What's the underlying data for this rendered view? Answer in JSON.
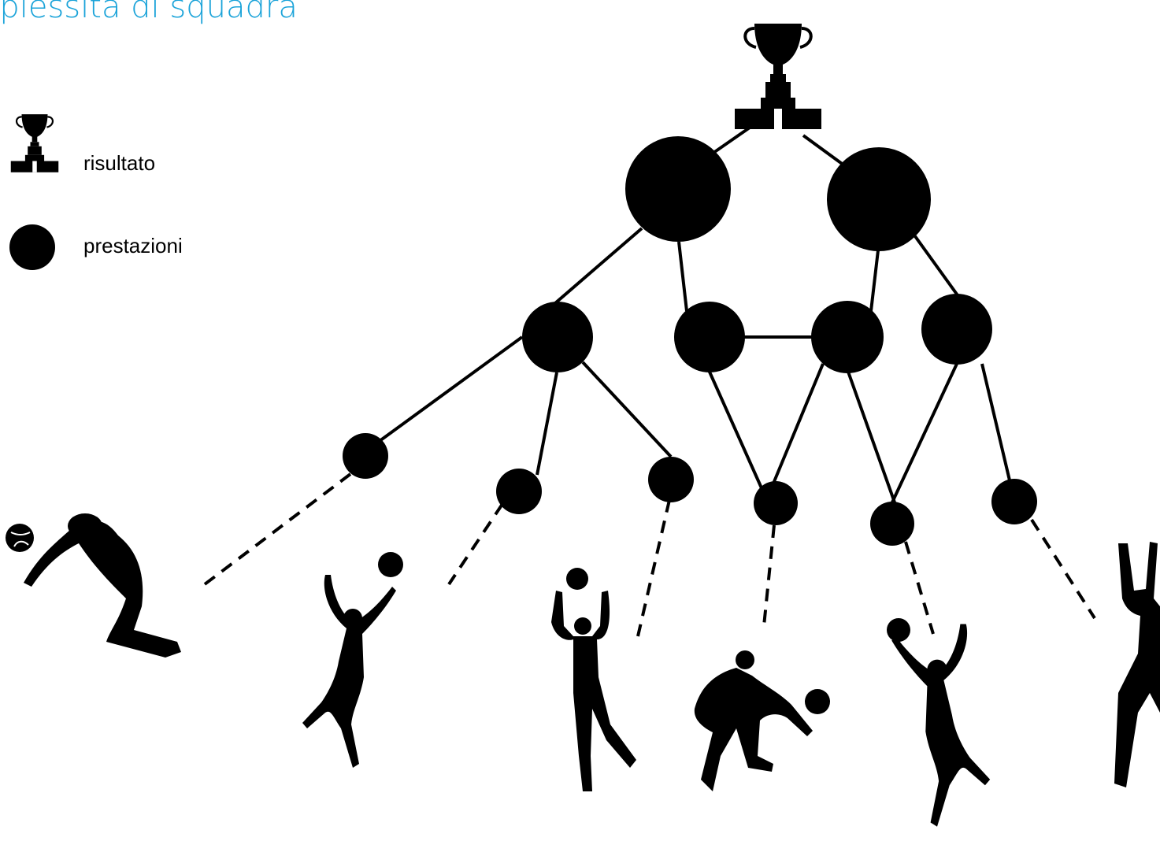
{
  "title": "nplessità di squadra",
  "legend": {
    "result_label": "risultato",
    "performance_label": "prestazioni"
  },
  "colors": {
    "title": "#1aa3d9",
    "nodes": "#000000"
  },
  "icons": [
    "trophy-icon",
    "volleyball-player-icon",
    "volleyball-icon"
  ]
}
